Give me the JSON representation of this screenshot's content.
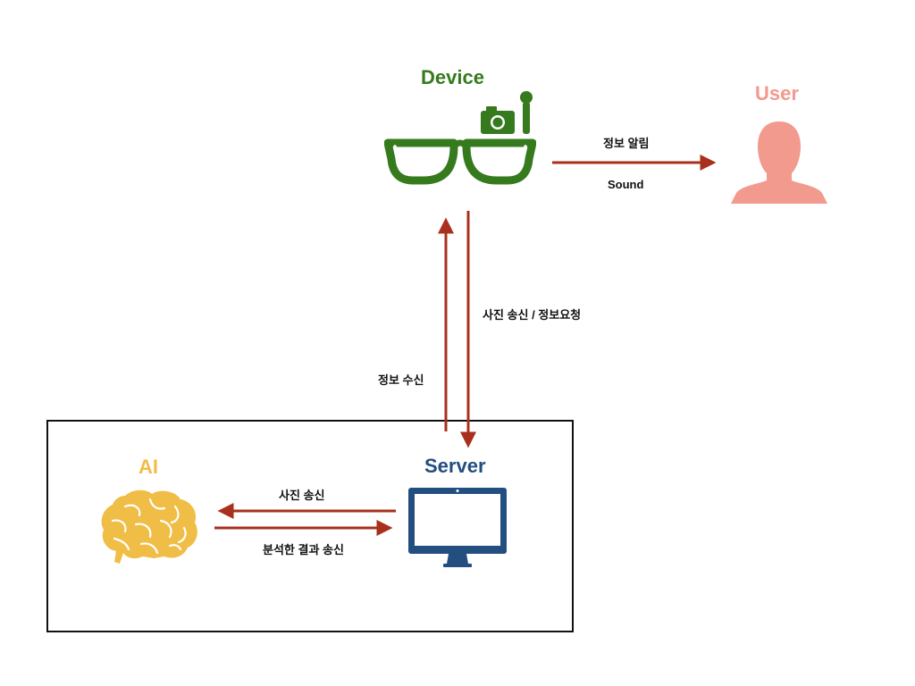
{
  "nodes": {
    "device": {
      "title": "Device",
      "color": "#367A1E"
    },
    "user": {
      "title": "User",
      "color": "#F29A8E"
    },
    "server": {
      "title": "Server",
      "color": "#234E80"
    },
    "ai": {
      "title": "AI",
      "color": "#F0BD46"
    }
  },
  "edges": {
    "device_to_user_top": "정보 알림",
    "device_to_user_bottom": "Sound",
    "device_to_server": "사진 송신 / 정보요청",
    "server_to_device": "정보 수신",
    "server_to_ai": "사진 송신",
    "ai_to_server": "분석한 결과 송신"
  },
  "colors": {
    "arrow": "#A8301C",
    "frame": "#111111"
  },
  "icons": [
    "glasses-icon",
    "camera-icon",
    "microphone-icon",
    "user-silhouette-icon",
    "monitor-icon",
    "brain-icon"
  ]
}
